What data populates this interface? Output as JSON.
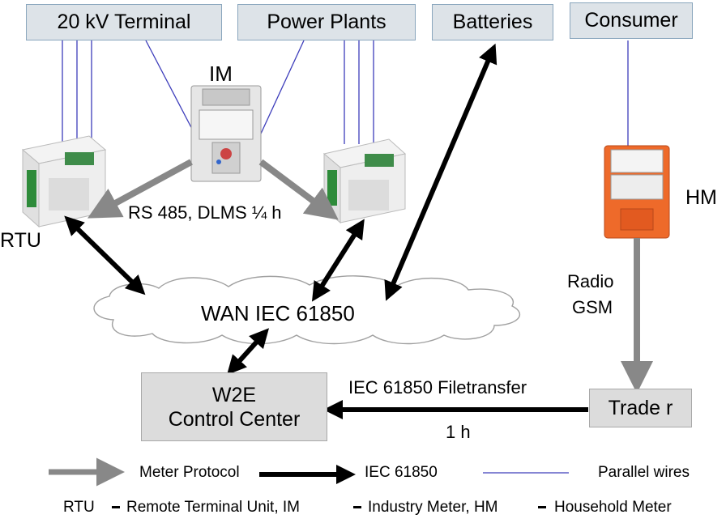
{
  "boxes": {
    "terminal": "20 kV Terminal",
    "power_plants": "Power Plants",
    "batteries": "Batteries",
    "consumer": "Consumer"
  },
  "devices": {
    "im": "IM",
    "rtu": "RTU",
    "hm": "HM"
  },
  "links": {
    "rs485": "RS 485, DLMS ¼ h",
    "radio": "Radio",
    "gsm": "GSM",
    "filetransfer": "IEC 61850 Filetransfer",
    "interval": "1 h"
  },
  "wan": "WAN IEC 61850",
  "control_center": {
    "line1": "W2E",
    "line2": "Control Center"
  },
  "trader": "Trade r",
  "legend": {
    "meter_protocol": "Meter Protocol",
    "iec61850": "IEC 61850",
    "parallel_wires": "Parallel wires"
  },
  "abbreviations": {
    "rtu": "RTU",
    "rtu_text": "Remote Terminal Unit, IM",
    "im_text": "Industry Meter,  HM",
    "hm_text": "Household Meter"
  },
  "colors": {
    "box_fill": "#dde3e8",
    "box_border": "#8aa6bd",
    "wire": "#3d3dbb",
    "meter_arrow": "#888888",
    "iec_arrow": "#000000",
    "hm_body": "#ee6a2a"
  }
}
